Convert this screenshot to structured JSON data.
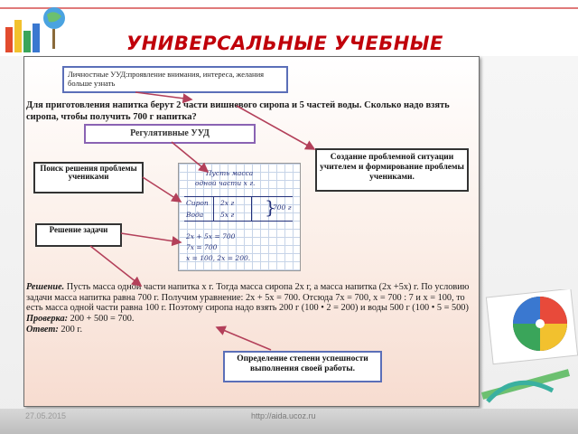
{
  "slide": {
    "title": "УНИВЕРСАЛЬНЫЕ УЧЕБНЫЕ",
    "footer_url": "http://aida.ucoz.ru",
    "footer_left": "27.05.2015"
  },
  "boxes": {
    "lichnostnye": "Личностные УУД:проявление внимания, интереса, желания больше узнать",
    "regulyativnye": "Регулятивные УУД",
    "poisk": "Поиск решения проблемы учениками",
    "sozdanie": "Создание проблемной ситуации учителем и формирование проблемы учениками.",
    "reshenie": "Решение задачи",
    "opredelenie": "Определение степени успешности выполнения своей работы."
  },
  "problem_text": "Для приготовления напитка берут 2 части вишневого сиропа и 5 частей воды. Сколько надо взять сиропа, чтобы получить 700 г напитка?",
  "notebook": {
    "line1": "Пусть масса",
    "line2": "одной части х г.",
    "row1_label": "Сироп",
    "row1_value": "2х г",
    "row2_label": "Вода",
    "row2_value": "5х г",
    "total": "700 г",
    "eq1": "2х + 5х = 700",
    "eq2": "7х = 700",
    "eq3": "х = 100, 2х = 200."
  },
  "solution": {
    "label_reshenie": "Решение.",
    "text_reshenie": " Пусть масса одной части напитка х г. Тогда масса сиропа 2х г, а масса напитка (2х +5х) г. По условию задачи масса напитка равна 700 г. Получим уравнение: 2х + 5х = 700. Отсюда 7х = 700, х = 700 : 7 и х = 100, то есть масса одной части равна 100 г. Поэтому сиропа надо взять 200 г (100 • 2 = 200) и воды 500 г (100 • 5 = 500)",
    "label_proverka": "Проверка:",
    "text_proverka": " 200 + 500 = 700.",
    "label_otvet": "Ответ:",
    "text_otvet": " 200 г."
  },
  "colors": {
    "title": "#c0000a",
    "arrow": "#b3405a"
  }
}
